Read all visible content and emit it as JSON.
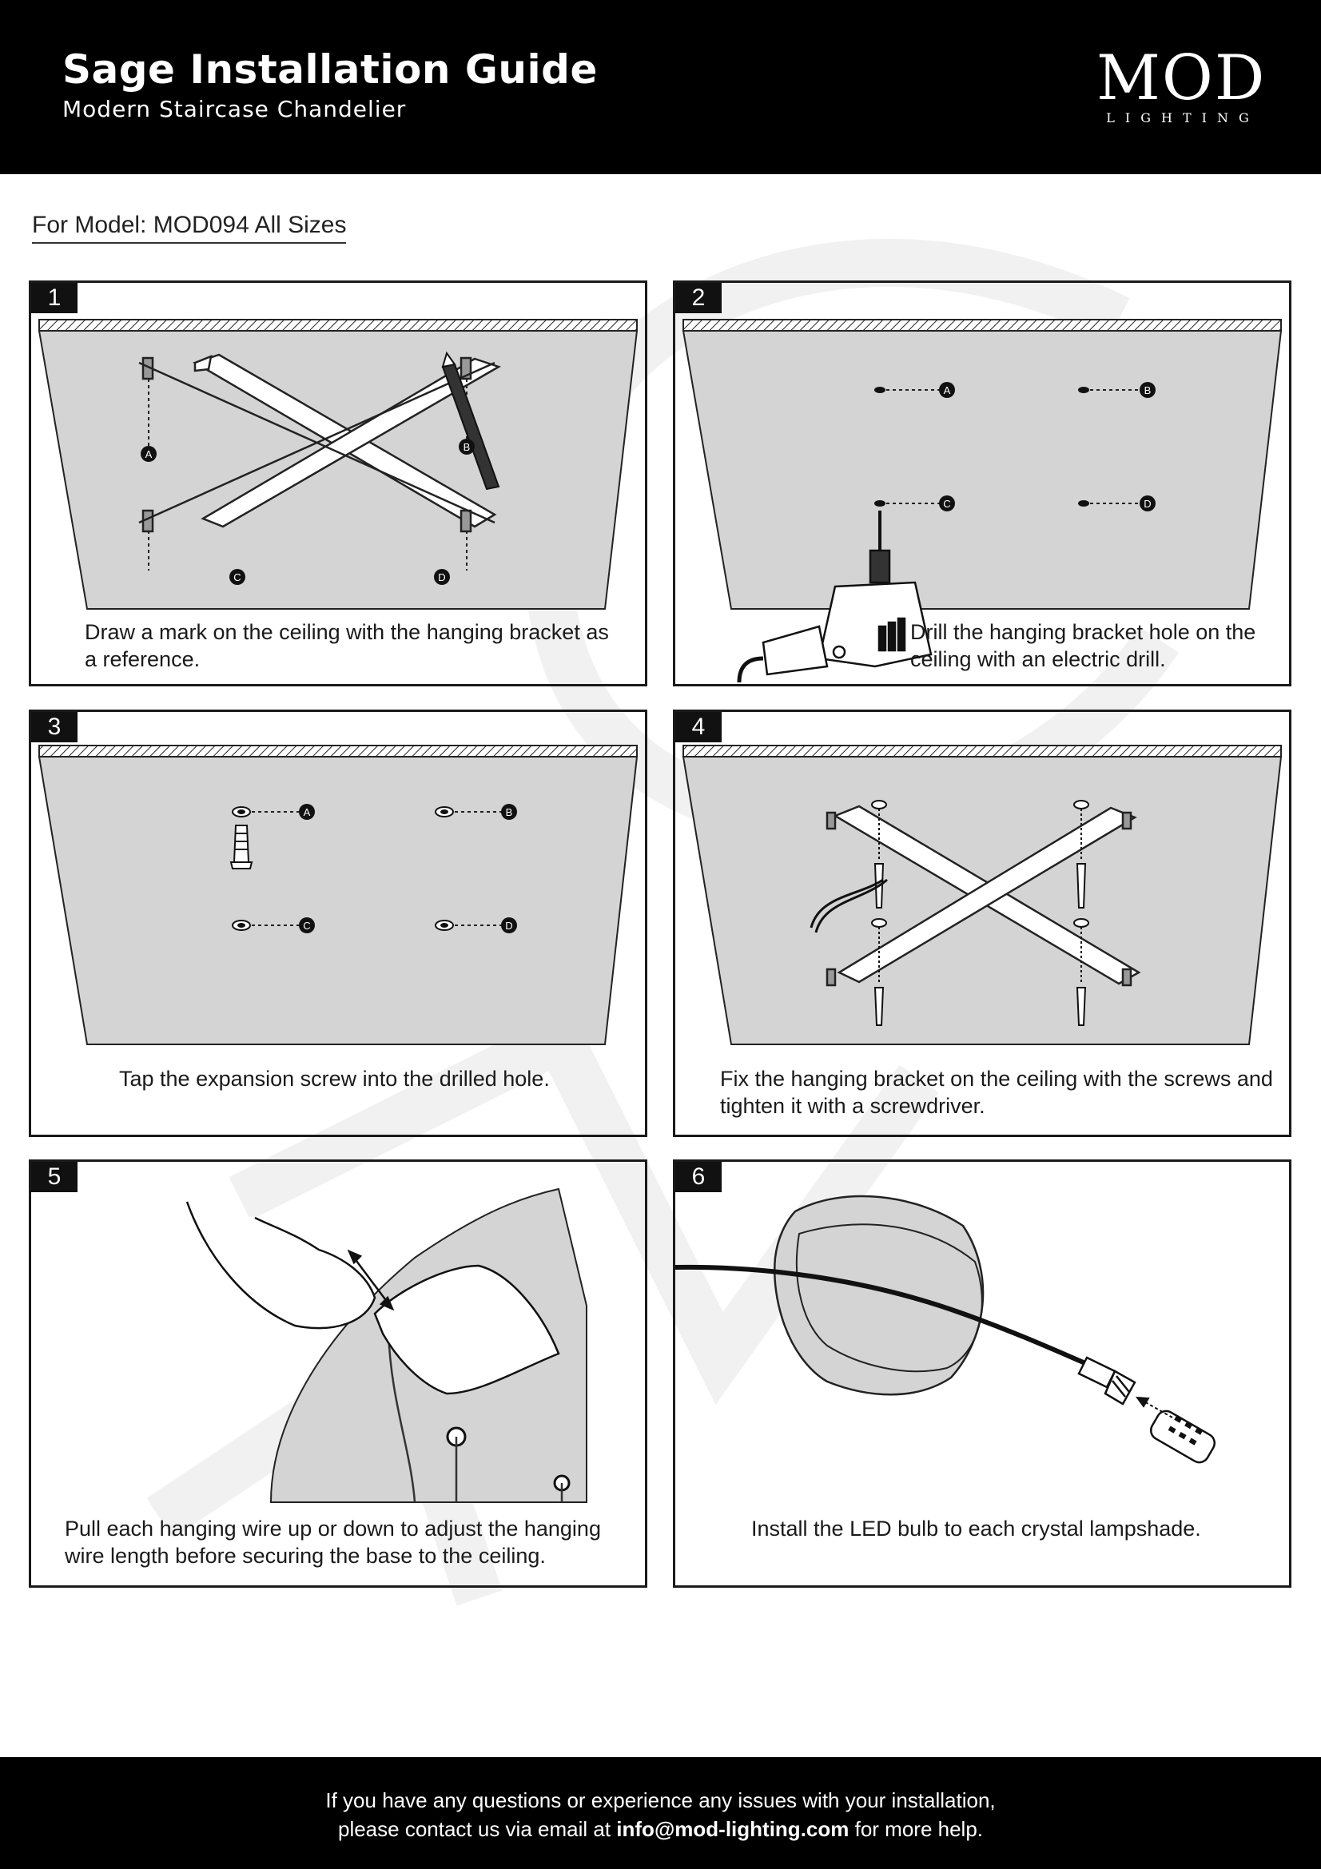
{
  "header": {
    "title": "Sage Installation Guide",
    "subtitle": "Modern Staircase Chandelier",
    "logo_main": "MOD",
    "logo_small": "LIGHTING"
  },
  "model_label": "For Model: MOD094 All Sizes",
  "steps": [
    {
      "number": "1",
      "caption": "Draw a mark on the ceiling with the hanging bracket as a reference."
    },
    {
      "number": "2",
      "caption": "Drill the hanging bracket hole on the ceiling with an electric drill."
    },
    {
      "number": "3",
      "caption": "Tap the expansion screw into the drilled hole."
    },
    {
      "number": "4",
      "caption": "Fix the hanging bracket on the ceiling with the screws and tighten it with a screwdriver."
    },
    {
      "number": "5",
      "caption": "Pull each hanging wire up or down to adjust the hanging wire length before securing the base to the ceiling."
    },
    {
      "number": "6",
      "caption": "Install the LED bulb to each crystal lampshade."
    }
  ],
  "markers": [
    "A",
    "B",
    "C",
    "D"
  ],
  "footer": {
    "line1": "If you have any questions or experience any issues with your installation,",
    "line2_prefix": "please contact us via email at",
    "email": "info@mod-lighting.com",
    "line2_suffix": "for more help."
  },
  "colors": {
    "ceiling": "#d4d4d4",
    "header_bg": "#000000",
    "line": "#1a1a1a"
  }
}
